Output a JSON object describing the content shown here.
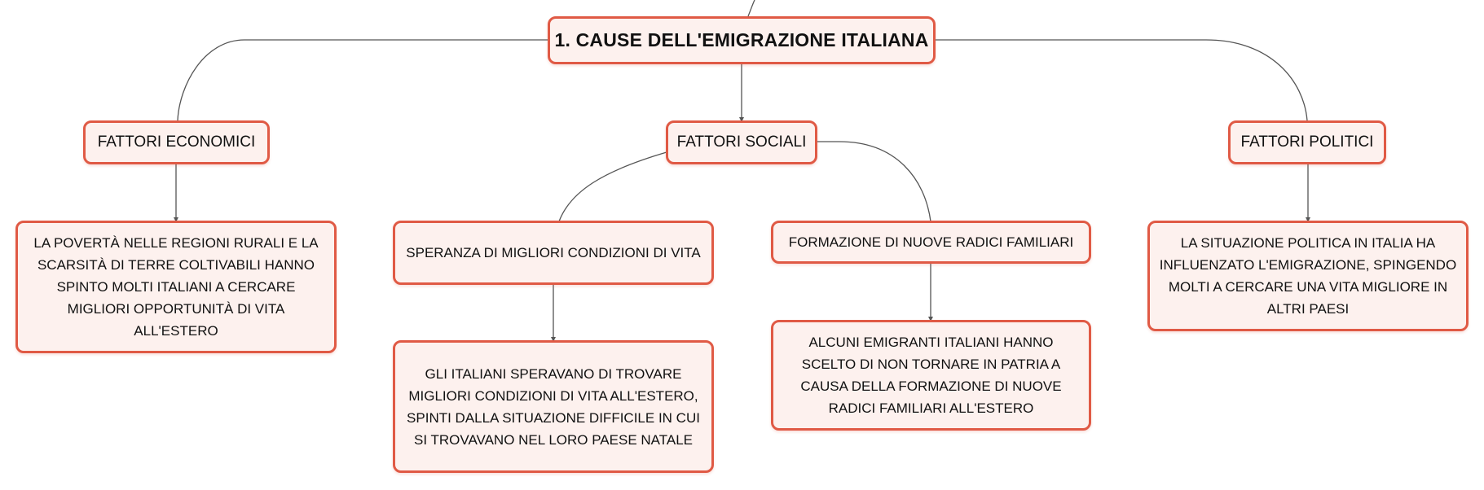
{
  "root": {
    "label": "1. CAUSE DELL'EMIGRAZIONE ITALIANA"
  },
  "categories": {
    "economic": {
      "label": "FATTORI ECONOMICI",
      "detail": "LA POVERTÀ NELLE REGIONI RURALI E LA SCARSITÀ DI TERRE COLTIVABILI HANNO SPINTO MOLTI ITALIANI A CERCARE MIGLIORI OPPORTUNITÀ DI VITA ALL'ESTERO"
    },
    "social": {
      "label": "FATTORI SOCIALI",
      "hope": {
        "label": "SPERANZA DI MIGLIORI CONDIZIONI DI VITA",
        "detail": "GLI ITALIANI SPERAVANO DI TROVARE MIGLIORI CONDIZIONI DI VITA ALL'ESTERO, SPINTI DALLA SITUAZIONE DIFFICILE IN CUI SI TROVAVANO NEL LORO PAESE NATALE"
      },
      "roots": {
        "label": "FORMAZIONE DI NUOVE RADICI FAMILIARI",
        "detail": "ALCUNI EMIGRANTI ITALIANI HANNO SCELTO DI NON TORNARE IN PATRIA A CAUSA DELLA FORMAZIONE DI NUOVE RADICI FAMILIARI ALL'ESTERO"
      }
    },
    "political": {
      "label": "FATTORI POLITICI",
      "detail": "LA SITUAZIONE POLITICA IN ITALIA HA INFLUENZATO L'EMIGRAZIONE, SPINGENDO MOLTI A CERCARE UNA VITA MIGLIORE IN ALTRI PAESI"
    }
  },
  "colors": {
    "node_border": "#e05a45",
    "node_fill": "#fdf1ee",
    "connector": "#555555"
  }
}
